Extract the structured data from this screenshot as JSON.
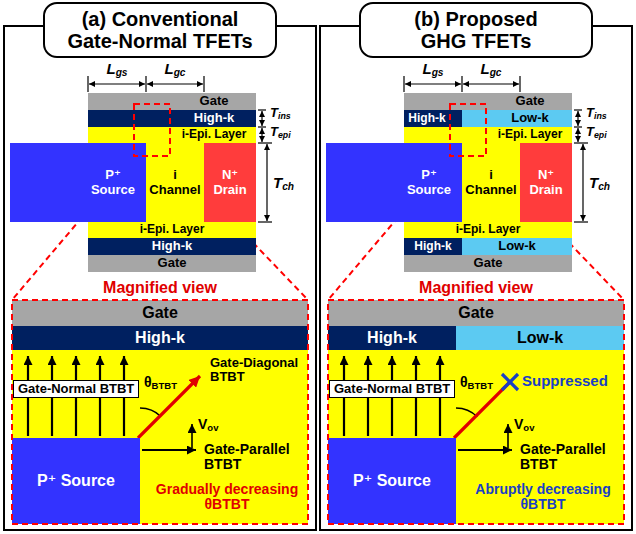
{
  "diagram": {
    "nodes": [
      {
        "text": [
          "(a) Conventional Gate-Normal TFETs"
        ]
      },
      {
        "text": [
          "Gate"
        ]
      },
      {
        "text": [
          "High-k"
        ]
      },
      {
        "text": [
          "i-Epi. Layer"
        ]
      },
      {
        "text": [
          "P⁺ Source"
        ]
      },
      {
        "text": [
          "i Channel"
        ]
      },
      {
        "text": [
          "N⁺ Drain"
        ]
      },
      {
        "text": [
          "i-Epi. Layer"
        ]
      },
      {
        "text": [
          "High-k"
        ]
      },
      {
        "text": [
          "Gate"
        ]
      },
      {
        "text": [
          "Gate"
        ]
      },
      {
        "text": [
          "High-k"
        ]
      },
      {
        "text": [
          "Gate-Diagonal BTBT",
          "Gate-Parallel BTBT",
          "Gradually decreasing θBTBT"
        ]
      },
      {
        "text": [
          "Gate-Normal BTBT"
        ],
        "in": 12
      },
      {
        "text": [
          "P⁺ Source"
        ]
      },
      {
        "text": [
          "(b) Proposed GHG TFETs"
        ]
      },
      {
        "text": [
          "Gate"
        ]
      },
      {
        "text": [
          "High-k"
        ]
      },
      {
        "text": [
          "Low-k"
        ]
      },
      {
        "text": [
          "i-Epi. Layer"
        ]
      },
      {
        "text": [
          "P⁺ Source"
        ]
      },
      {
        "text": [
          "i Channel"
        ]
      },
      {
        "text": [
          "N⁺ Drain"
        ]
      },
      {
        "text": [
          "i-Epi. Layer"
        ]
      },
      {
        "text": [
          "High-k"
        ]
      },
      {
        "text": [
          "Low-k"
        ]
      },
      {
        "text": [
          "Gate"
        ]
      },
      {
        "text": [
          "Gate"
        ]
      },
      {
        "text": [
          "High-k"
        ]
      },
      {
        "text": [
          "Low-k"
        ]
      },
      {
        "text": [
          "Gate-Parallel BTBT",
          "Abruptly decreasing θBTBT"
        ]
      },
      {
        "text": [
          "Gate-Normal BTBT"
        ],
        "in": 30
      },
      {
        "text": [
          "P⁺ Source"
        ]
      }
    ],
    "edges": [],
    "labels": [
      "Lgs",
      "Lgc",
      "Tins",
      "Tepi",
      "Tch",
      "Magnified view",
      "θBTBT",
      "Vov",
      "Lgs",
      "Lgc",
      "Tins",
      "Tepi",
      "Tch",
      "Magnified view",
      "θBTBT",
      "Suppressed",
      "Vov"
    ]
  }
}
